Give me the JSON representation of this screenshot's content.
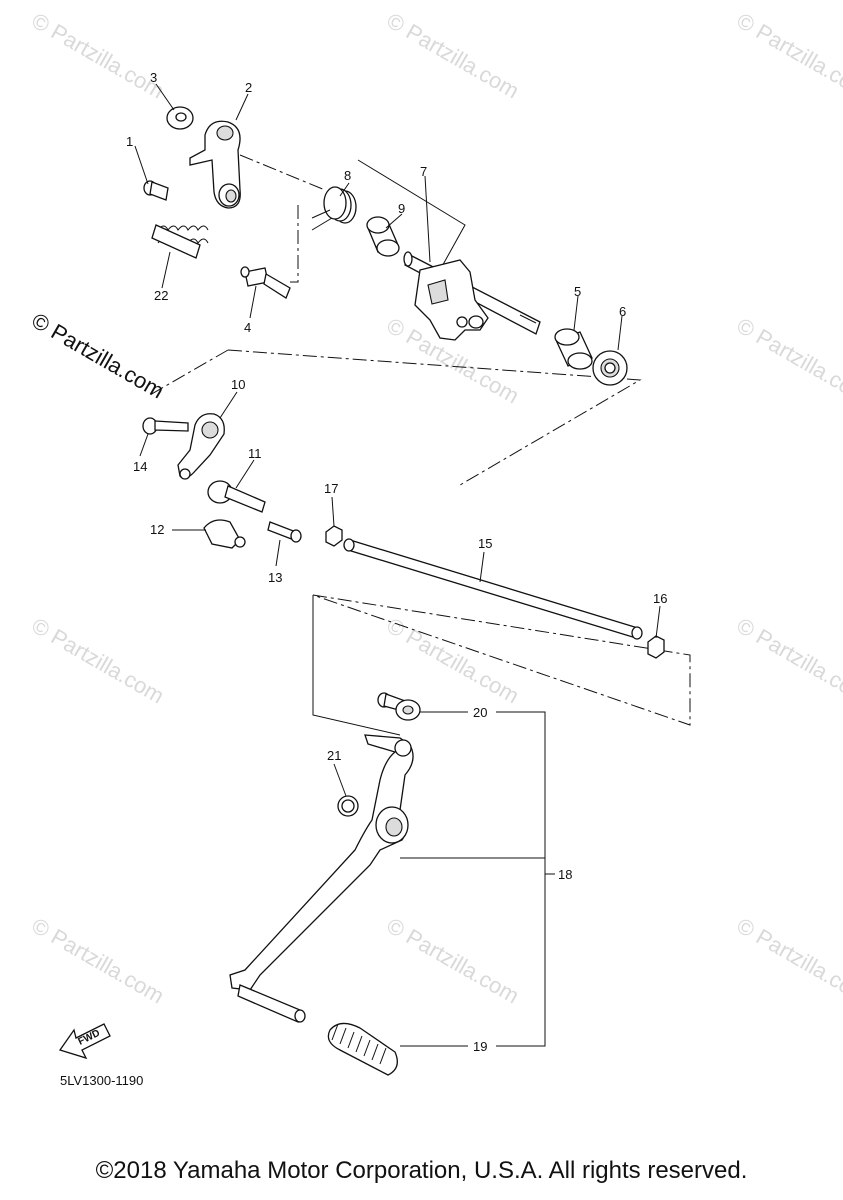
{
  "watermark": "© Partzilla.com",
  "diagram_code": "5LV1300-1190",
  "fwd_label": "FWD",
  "copyright": "©2018 Yamaha Motor Corporation, U.S.A. All rights reserved.",
  "callouts": [
    "1",
    "2",
    "3",
    "4",
    "5",
    "6",
    "7",
    "8",
    "9",
    "10",
    "11",
    "12",
    "13",
    "14",
    "15",
    "16",
    "17",
    "18",
    "19",
    "20",
    "21",
    "22"
  ]
}
